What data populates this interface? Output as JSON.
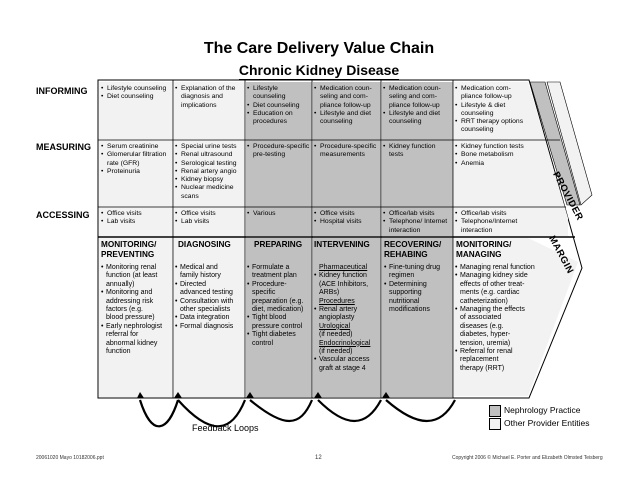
{
  "title": "The Care Delivery Value Chain",
  "subtitle": "Chronic Kidney Disease",
  "row_labels": [
    "INFORMING",
    "MEASURING",
    "ACCESSING"
  ],
  "provider_label": "PROVIDER",
  "margin_label": "MARGIN",
  "informing": [
    [
      "Lifestyle counseling",
      "Diet counseling"
    ],
    [
      "Explanation of the diagnosis and implications"
    ],
    [
      "Lifestyle counseling",
      "Diet counseling",
      "Education on procedures"
    ],
    [
      "Medication coun-seling and com-pliance follow-up",
      "Lifestyle and diet counseling"
    ],
    [
      "Medication coun-seling and com-pliance follow-up",
      "Lifestyle and diet counseling"
    ],
    [
      "Medication com-pliance follow-up",
      "Lifestyle & diet counseling",
      "RRT therapy options counseling"
    ]
  ],
  "measuring": [
    [
      "Serum creatinine",
      "Glomerular filtration rate (GFR)",
      "Proteinuria"
    ],
    [
      "Special urine tests",
      "Renal ultrasound",
      "Serological testing",
      "Renal artery angio",
      "Kidney biopsy",
      "Nuclear medicine scans"
    ],
    [
      "Procedure-specific pre-testing"
    ],
    [
      "Procedure-specific measurements"
    ],
    [
      "Kidney function tests"
    ],
    [
      "Kidney function tests",
      "Bone metabolism",
      "Anemia"
    ]
  ],
  "accessing": [
    [
      "Office visits",
      "Lab visits"
    ],
    [
      "Office visits",
      "Lab visits"
    ],
    [
      "Various"
    ],
    [
      "Office visits",
      "Hospital visits"
    ],
    [
      "Office/lab visits",
      "Telephone/ Internet interaction"
    ],
    [
      "Office/lab visits",
      "Telephone/Internet interaction"
    ]
  ],
  "stages": [
    {
      "title": "MONITORING/ PREVENTING",
      "lines": [
        {
          "t": "Monitoring renal",
          "b": true
        },
        {
          "t": "function (at least"
        },
        {
          "t": "annually)"
        },
        {
          "t": "Monitoring and",
          "b": true
        },
        {
          "t": "addressing risk"
        },
        {
          "t": "factors (e.g."
        },
        {
          "t": "blood pressure)"
        },
        {
          "t": "Early nephrologist",
          "b": true
        },
        {
          "t": "referral for"
        },
        {
          "t": "abnormal kidney"
        },
        {
          "t": "function"
        }
      ]
    },
    {
      "title": "DIAGNOSING",
      "lines": [
        {
          "t": "Medical and",
          "b": true
        },
        {
          "t": "family history"
        },
        {
          "t": "Directed",
          "b": true
        },
        {
          "t": "advanced testing"
        },
        {
          "t": "Consultation with",
          "b": true
        },
        {
          "t": "other specialists"
        },
        {
          "t": "Data integration",
          "b": true
        },
        {
          "t": "Formal diagnosis",
          "b": true
        }
      ]
    },
    {
      "title": "PREPARING",
      "lines": [
        {
          "t": "Formulate a",
          "b": true
        },
        {
          "t": "treatment plan"
        },
        {
          "t": "Procedure-",
          "b": true
        },
        {
          "t": "specific"
        },
        {
          "t": "preparation (e.g."
        },
        {
          "t": "diet, medication)"
        },
        {
          "t": "Tight blood",
          "b": true
        },
        {
          "t": "pressure control"
        },
        {
          "t": "Tight diabetes",
          "b": true
        },
        {
          "t": "control"
        }
      ]
    },
    {
      "title": "INTERVENING",
      "lines": [
        {
          "t": "Pharmaceutical",
          "u": true
        },
        {
          "t": "Kidney function",
          "b": true
        },
        {
          "t": "(ACE Inhibitors,"
        },
        {
          "t": "ARBs)"
        },
        {
          "t": "Procedures",
          "u": true
        },
        {
          "t": "Renal artery",
          "b": true
        },
        {
          "t": "angioplasty"
        },
        {
          "t": "Urological",
          "u": true
        },
        {
          "t": "(if needed)"
        },
        {
          "t": "Endocrinological",
          "u": true
        },
        {
          "t": "(if needed)"
        },
        {
          "t": "Vascular access",
          "b": true
        },
        {
          "t": "graft at stage 4"
        }
      ]
    },
    {
      "title": "RECOVERING/ REHABING",
      "lines": [
        {
          "t": "Fine-tuning drug",
          "b": true
        },
        {
          "t": "regimen"
        },
        {
          "t": "Determining",
          "b": true
        },
        {
          "t": "supporting"
        },
        {
          "t": "nutritional"
        },
        {
          "t": "modifications"
        }
      ]
    },
    {
      "title": "MONITORING/ MANAGING",
      "lines": [
        {
          "t": "Managing renal function",
          "b": true
        },
        {
          "t": "Managing kidney side",
          "b": true
        },
        {
          "t": "effects of other treat-"
        },
        {
          "t": "ments (e.g. cardiac"
        },
        {
          "t": "catheterization)"
        },
        {
          "t": "Managing the effects",
          "b": true
        },
        {
          "t": "of associated"
        },
        {
          "t": "diseases (e.g."
        },
        {
          "t": "diabetes, hyper-"
        },
        {
          "t": "tension, uremia)"
        },
        {
          "t": "Referral for renal",
          "b": true
        },
        {
          "t": "replacement"
        },
        {
          "t": "therapy (RRT)"
        }
      ]
    }
  ],
  "legend": [
    "Nephrology Practice",
    "Other Provider Entities"
  ],
  "feedback_label": "Feedback Loops",
  "footer": {
    "left": "20061020 Mayo 10182006.ppt",
    "page": "12",
    "right": "Copyright 2006 © Michael E. Porter and Elizabeth Olmsted Teisberg"
  },
  "colors": {
    "light_fill": "#f2f2f2",
    "dark_fill": "#c0c0c0",
    "stroke": "#000000"
  }
}
